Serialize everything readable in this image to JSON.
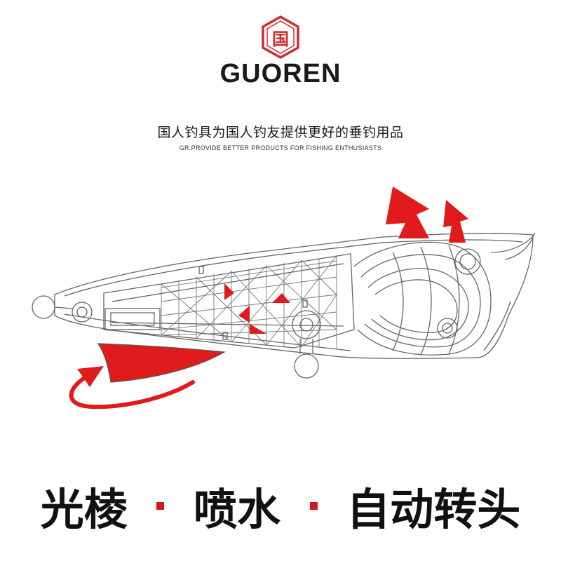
{
  "brand": {
    "name": "GUOREN",
    "logo_text": "国",
    "logo_color": "#d12b2b"
  },
  "slogan": {
    "chinese": "国人钓具为国人钓友提供更好的垂钓用品",
    "english": "GR.PROVIDE BETTER PRODUCTS FOR FISHING ENTHUSIASTS"
  },
  "illustration": {
    "subject": "popper-fishing-lure-wireframe",
    "accent_color": "#e01b1b",
    "line_color": "#555555"
  },
  "features": {
    "items": [
      "光棱",
      "喷水",
      "自动转头"
    ],
    "separator_color": "#d11a1a"
  }
}
